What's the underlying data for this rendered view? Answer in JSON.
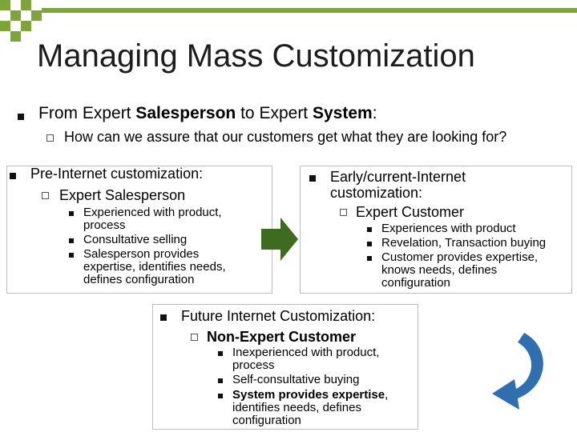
{
  "slide": {
    "title": "Managing Mass Customization",
    "intro": {
      "lead": "From Expert ",
      "lead_bold": "Salesperson",
      "lead_mid": " to Expert ",
      "lead_bold2": "System",
      "lead_end": ":",
      "sub": "How can we assure that our customers get what they are looking for?"
    },
    "pre_internet": {
      "heading": "Pre-Internet customization:",
      "sub": "Expert Salesperson",
      "items": [
        "Experienced with product, process",
        "Consultative selling",
        "Salesperson provides expertise, identifies needs, defines configuration"
      ]
    },
    "current_internet": {
      "heading_line1": "Early/current-Internet",
      "heading_line2": "customization:",
      "sub": "Expert Customer",
      "items": [
        "Experiences with product",
        "Revelation, Transaction buying",
        "Customer provides expertise, knows needs, defines configuration"
      ]
    },
    "future_internet": {
      "heading": "Future Internet Customization:",
      "sub": "Non-Expert Customer",
      "items": [
        "Inexperienced with product, process",
        "Self-consultative buying"
      ],
      "item3_bold": "System provides expertise",
      "item3_rest": ", identifies needs, defines configuration"
    }
  },
  "colors": {
    "accent_green": "#7ea53a",
    "arrow_green": "#3d6b1f",
    "arrow_blue": "#2f6fb0"
  }
}
